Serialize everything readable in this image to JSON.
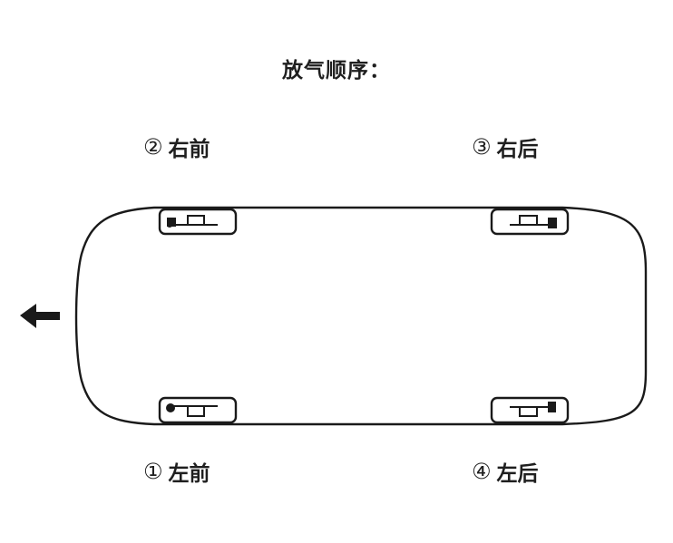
{
  "title": "放气顺序：",
  "direction": {
    "arrow_icon": "arrow-left-icon",
    "meaning": "front"
  },
  "tires": [
    {
      "order": 1,
      "marker": "①",
      "label": "左前",
      "position": "front-left"
    },
    {
      "order": 2,
      "marker": "②",
      "label": "右前",
      "position": "front-right"
    },
    {
      "order": 3,
      "marker": "③",
      "label": "右后",
      "position": "rear-right"
    },
    {
      "order": 4,
      "marker": "④",
      "label": "左后",
      "position": "rear-left"
    }
  ],
  "colors": {
    "line": "#1a1a1a",
    "background": "#ffffff"
  }
}
